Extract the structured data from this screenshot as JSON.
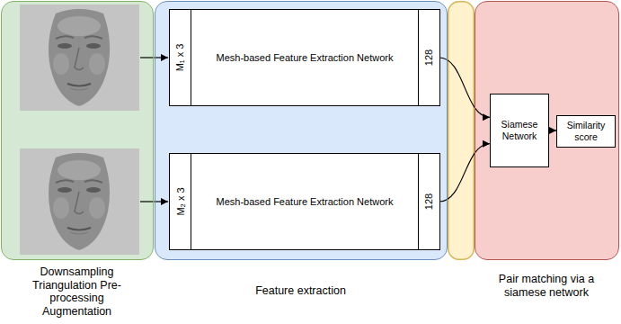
{
  "diagram": {
    "nodes": [
      {
        "text": [
          "Downsampling Triangulation Pre-processing Augmentation"
        ]
      },
      {
        "text": [
          "Feature extraction"
        ]
      },
      {
        "text": [
          "Mesh-based Feature Extraction Network"
        ],
        "in": 1
      },
      {
        "text": [
          "M₁ x 3"
        ],
        "in": 2
      },
      {
        "text": [
          "128"
        ],
        "in": 2
      },
      {
        "text": [
          "Mesh-based Feature Extraction Network"
        ],
        "in": 1
      },
      {
        "text": [
          "M₂ x 3"
        ],
        "in": 5
      },
      {
        "text": [
          "128"
        ],
        "in": 5
      },
      {
        "text": [
          "Pair matching via a siamese network"
        ]
      },
      {
        "text": [
          "Siamese Network"
        ],
        "in": 8
      },
      {
        "text": [
          "Similarity score"
        ],
        "in": 8
      }
    ],
    "edges": [
      {
        "from": 4,
        "to": 9,
        "arrow": "to"
      },
      {
        "from": 7,
        "to": 9,
        "arrow": "to"
      },
      {
        "from": 9,
        "to": 10,
        "arrow": "to"
      }
    ]
  }
}
